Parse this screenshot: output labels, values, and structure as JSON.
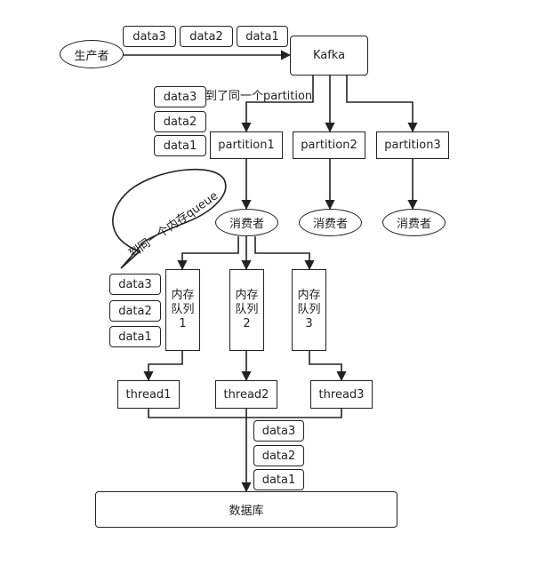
{
  "producer": "生产者",
  "kafka": "Kafka",
  "produced_data": [
    "data3",
    "data2",
    "data1"
  ],
  "partition_note": "到了同一个partition",
  "partition_data": [
    "data3",
    "data2",
    "data1"
  ],
  "partitions": [
    "partition1",
    "partition2",
    "partition3"
  ],
  "consumers": [
    "消费者",
    "消费者",
    "消费者"
  ],
  "queue_callout": "到同一个内存queue",
  "queue_data": [
    "data3",
    "data2",
    "data1"
  ],
  "queues": [
    "内存队列1",
    "内存队列2",
    "内存队列3"
  ],
  "threads": [
    "thread1",
    "thread2",
    "thread3"
  ],
  "db_data": [
    "data3",
    "data2",
    "data1"
  ],
  "database": "数据库"
}
